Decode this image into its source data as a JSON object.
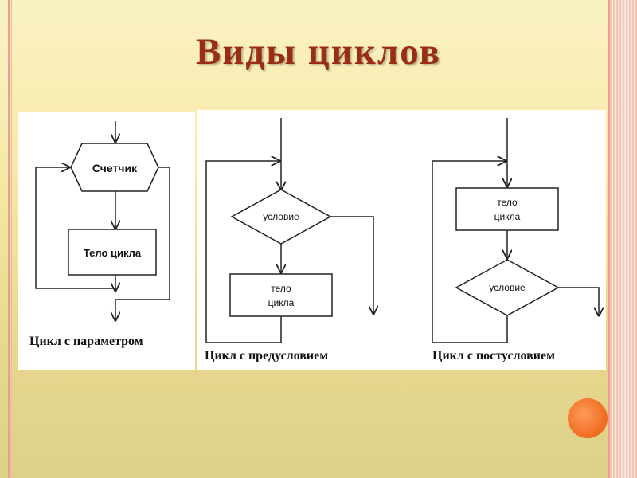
{
  "slide": {
    "title": "Виды циклов"
  },
  "diagrams": {
    "param": {
      "counter": "Счетчик",
      "body": "Тело цикла",
      "caption": "Цикл с параметром"
    },
    "pre": {
      "condition": "условие",
      "body_line1": "тело",
      "body_line2": "цикла",
      "caption": "Цикл с предусловием"
    },
    "post": {
      "body_line1": "тело",
      "body_line2": "цикла",
      "condition": "условие",
      "caption": "Цикл с постусловием"
    }
  },
  "colors": {
    "title": "#9a2e14",
    "accent_circle": "#f06a20"
  }
}
